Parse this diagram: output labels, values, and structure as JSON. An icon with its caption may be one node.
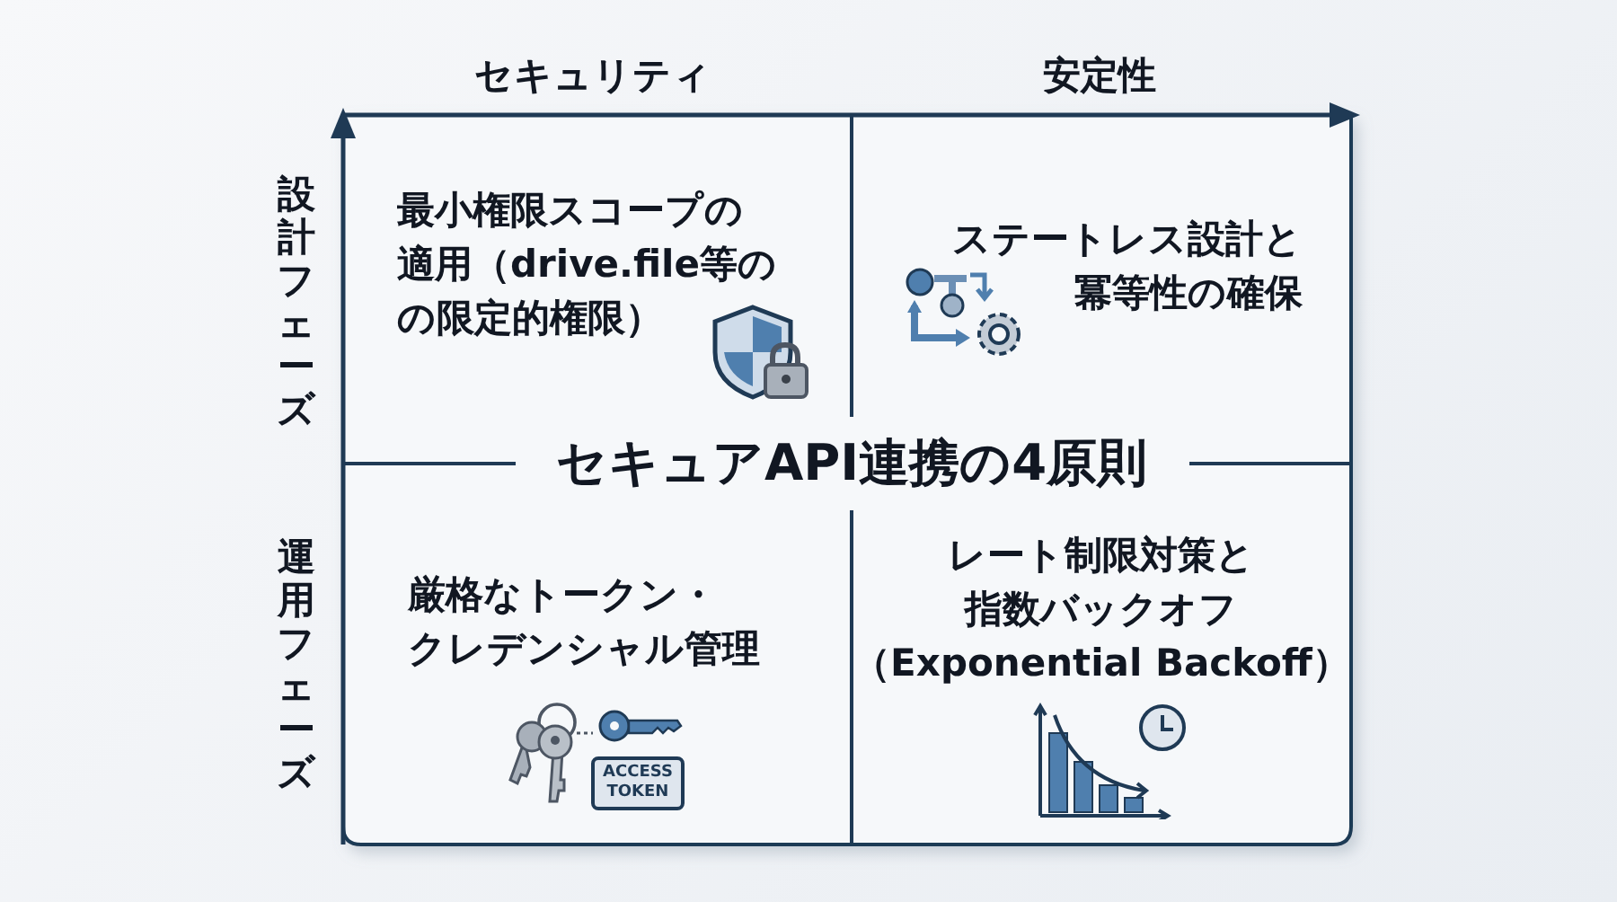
{
  "diagram": {
    "title": "セキュアAPI連携の4原則",
    "nodes": [
      {
        "text": [
          "最小権限スコープの適用（drive.file等のの限定的権限）"
        ]
      },
      {
        "text": [
          "ステートレス設計と冪等性の確保"
        ]
      },
      {
        "text": [
          "厳格なトークン・クレデンシャル管理"
        ]
      },
      {
        "text": [
          "レート制限対策と指数バックオフ（Exponential Backoff）"
        ]
      }
    ],
    "labels": [
      "セキュリティ",
      "安定性",
      "設計フェーズ",
      "運用フェーズ",
      "ACCESS TOKEN"
    ]
  }
}
